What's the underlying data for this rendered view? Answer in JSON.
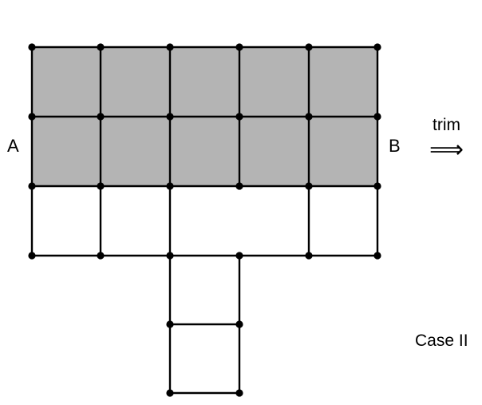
{
  "labels": {
    "left_endpoint": "A",
    "right_endpoint": "B",
    "operation": "trim",
    "arrow": "⟹",
    "case": "Case II"
  },
  "grid": {
    "columns": 5,
    "rows": 3,
    "shaded_rows": 2,
    "missing_inner_edge": "row 3, between columns 3 and 4",
    "appendix": "two stacked cells below column 3"
  },
  "colors": {
    "shaded_fill": "#b4b4b4",
    "line": "#000000",
    "background": "#ffffff"
  }
}
